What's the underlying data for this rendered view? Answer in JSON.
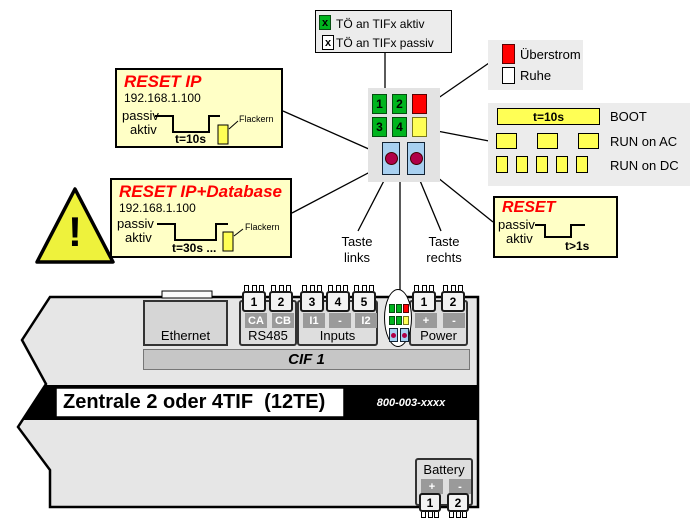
{
  "legend_top": {
    "items": [
      {
        "mark": "x",
        "label": "TÖ an TIFx aktiv"
      },
      {
        "mark": "x",
        "label": "TÖ an TIFx passiv"
      }
    ]
  },
  "overcurrent_legend": {
    "items": [
      {
        "label": "Überstrom"
      },
      {
        "label": "Ruhe"
      }
    ]
  },
  "run_modes": {
    "boot_time": "t=10s",
    "boot_label": "BOOT",
    "ac_label": "RUN on AC",
    "dc_label": "RUN on DC"
  },
  "reset_ip": {
    "title": "RESET IP",
    "ip": "192.168.1.100",
    "passiv": "passiv",
    "aktiv": "aktiv",
    "time": "t=10s",
    "flicker": "Flackern"
  },
  "reset_ip_db": {
    "title": "RESET IP+Database",
    "ip": "192.168.1.100",
    "passiv": "passiv",
    "aktiv": "aktiv",
    "time": "t=30s ...",
    "flicker": "Flackern"
  },
  "reset": {
    "title": "RESET",
    "passiv": "passiv",
    "aktiv": "aktiv",
    "time": "t>1s"
  },
  "warning": {
    "mark": "!"
  },
  "led_panel": {
    "led1": "1",
    "led2": "2",
    "led3": "3",
    "led4": "4"
  },
  "buttons": {
    "left": {
      "line1": "Taste",
      "line2": "links"
    },
    "right": {
      "line1": "Taste",
      "line2": "rechts"
    }
  },
  "device": {
    "ethernet": "Ethernet",
    "rs485": {
      "group": "RS485",
      "terminals": [
        {
          "num": "1",
          "label": "CA"
        },
        {
          "num": "2",
          "label": "CB"
        }
      ]
    },
    "inputs": {
      "group": "Inputs",
      "terminals": [
        {
          "num": "3",
          "label": "I1"
        },
        {
          "num": "4",
          "label": "-"
        },
        {
          "num": "5",
          "label": "I2"
        }
      ]
    },
    "power": {
      "group": "Power",
      "terminals": [
        {
          "num": "1",
          "label": "+"
        },
        {
          "num": "2",
          "label": "-"
        }
      ]
    },
    "battery": {
      "group": "Battery",
      "plus": "+",
      "minus": "-",
      "num1": "1",
      "num2": "2"
    },
    "cif": "CIF 1",
    "title": "Zentrale 2 oder 4TIF  (12TE)",
    "model": "800-003-xxxx"
  },
  "colors": {
    "led_green": "#00b41e",
    "led_red": "#ff0000",
    "led_yellow": "#ffff55",
    "callout_bg": "#ffffc6",
    "button_blue": "#a8d0f0",
    "button_dot": "#b00048",
    "warning_yellow": "#eef23c",
    "model_strip": "#000000"
  }
}
